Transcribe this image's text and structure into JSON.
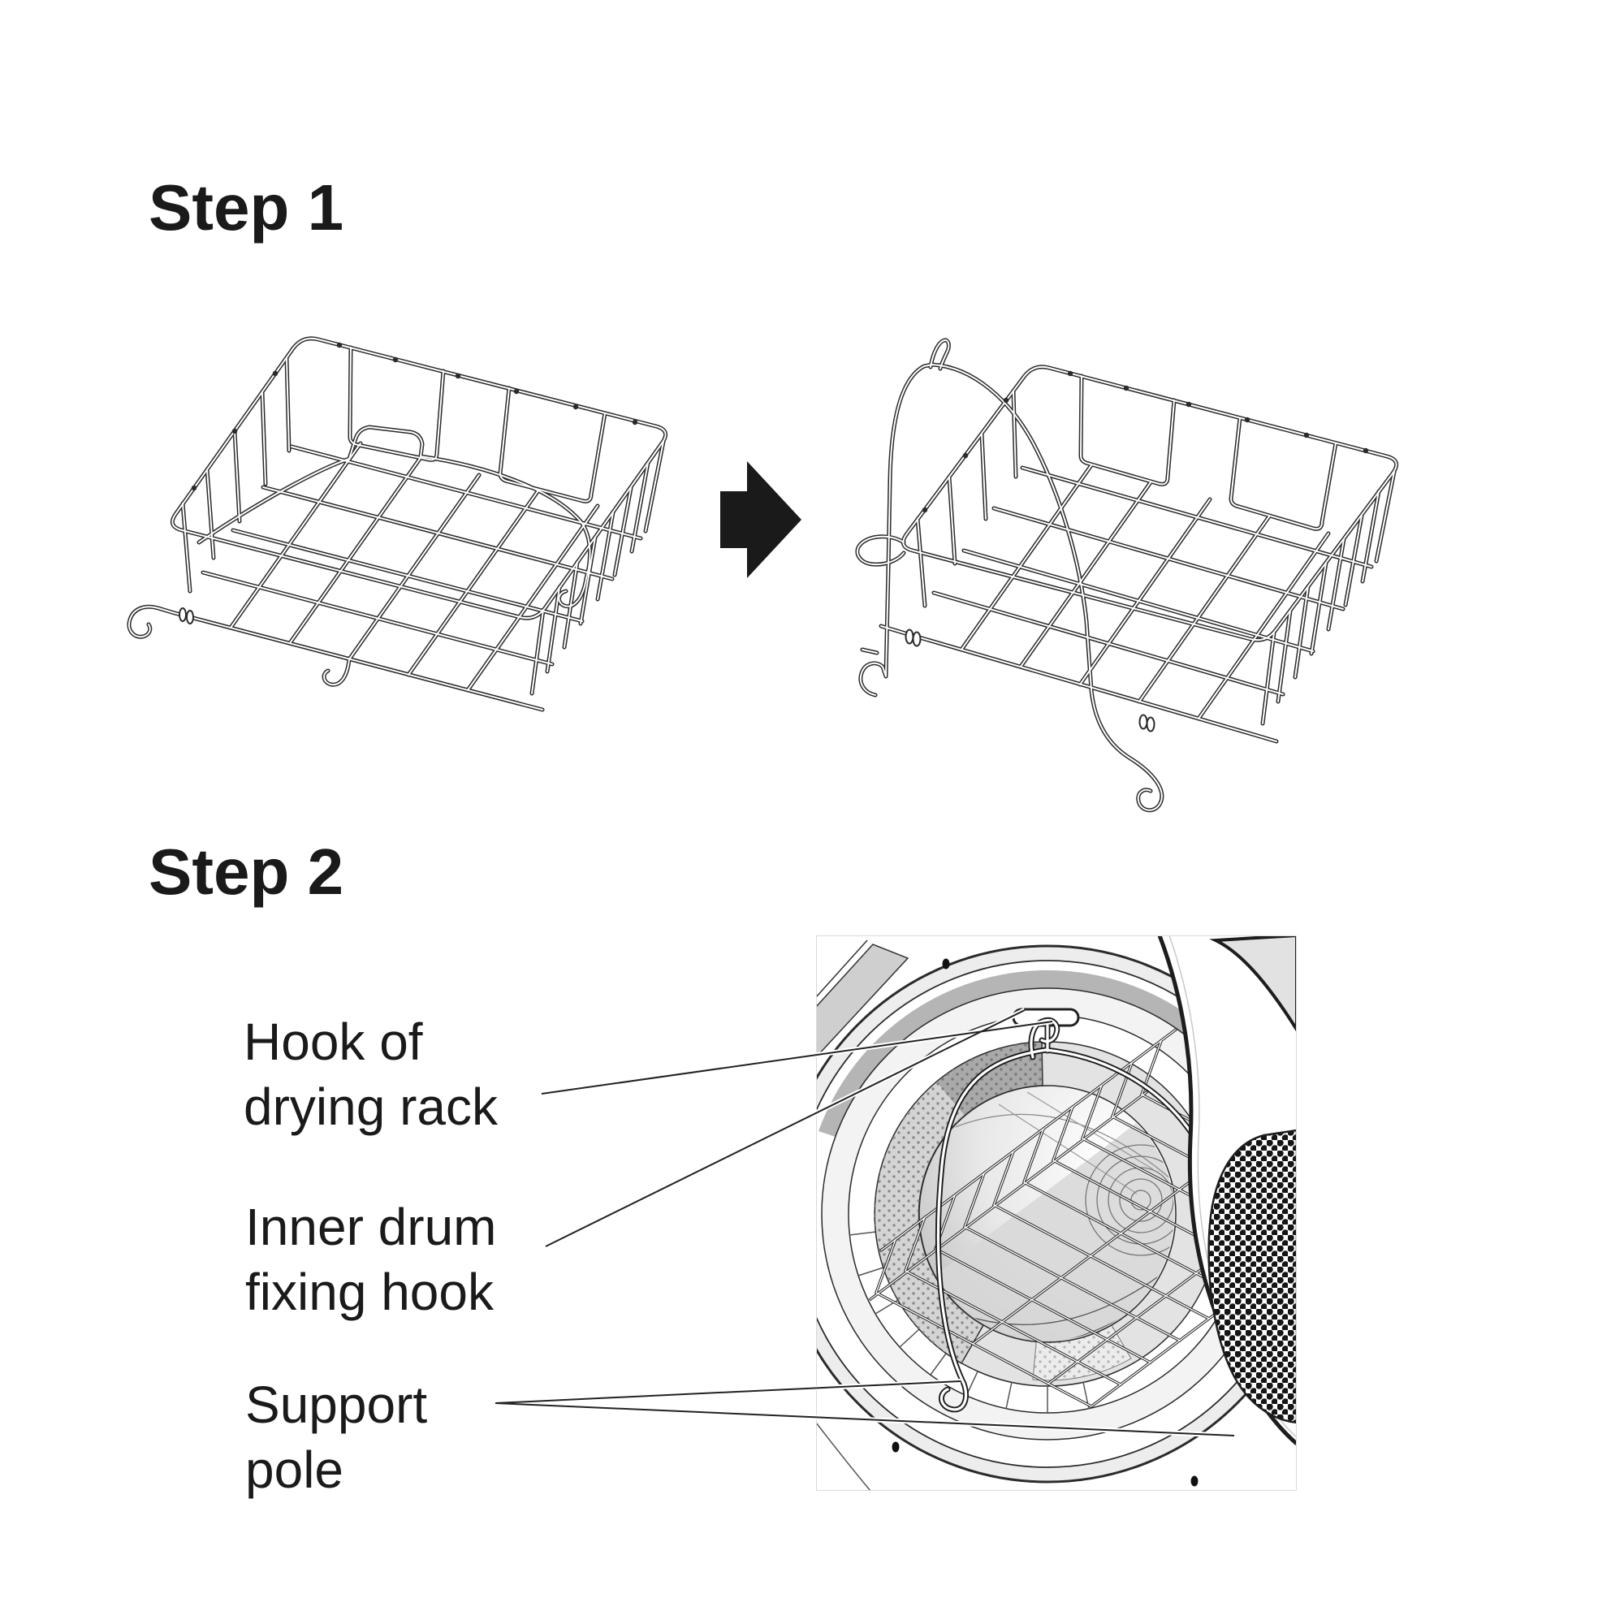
{
  "page": {
    "background_color": "#ffffff",
    "ink_color": "#1a1a1a",
    "type": "appliance-instruction-diagram"
  },
  "steps": [
    {
      "title": "Step 1"
    },
    {
      "title": "Step 2"
    }
  ],
  "icons": {
    "transform_arrow": "right-arrow",
    "transform_arrow_color": "#1a1a1a"
  },
  "illustrations": {
    "step1_left": "drying-rack-flat",
    "step1_right": "drying-rack-support-pole-raised",
    "step2": "dryer-drum-with-drying-rack-installed"
  },
  "labels": {
    "hook_of_drying_rack": {
      "line1": "Hook of",
      "line2": "drying rack"
    },
    "inner_drum_fixing_hook": {
      "line1": "Inner drum",
      "line2": "fixing hook"
    },
    "support_pole": {
      "line1": "Support",
      "line2": "pole"
    }
  }
}
